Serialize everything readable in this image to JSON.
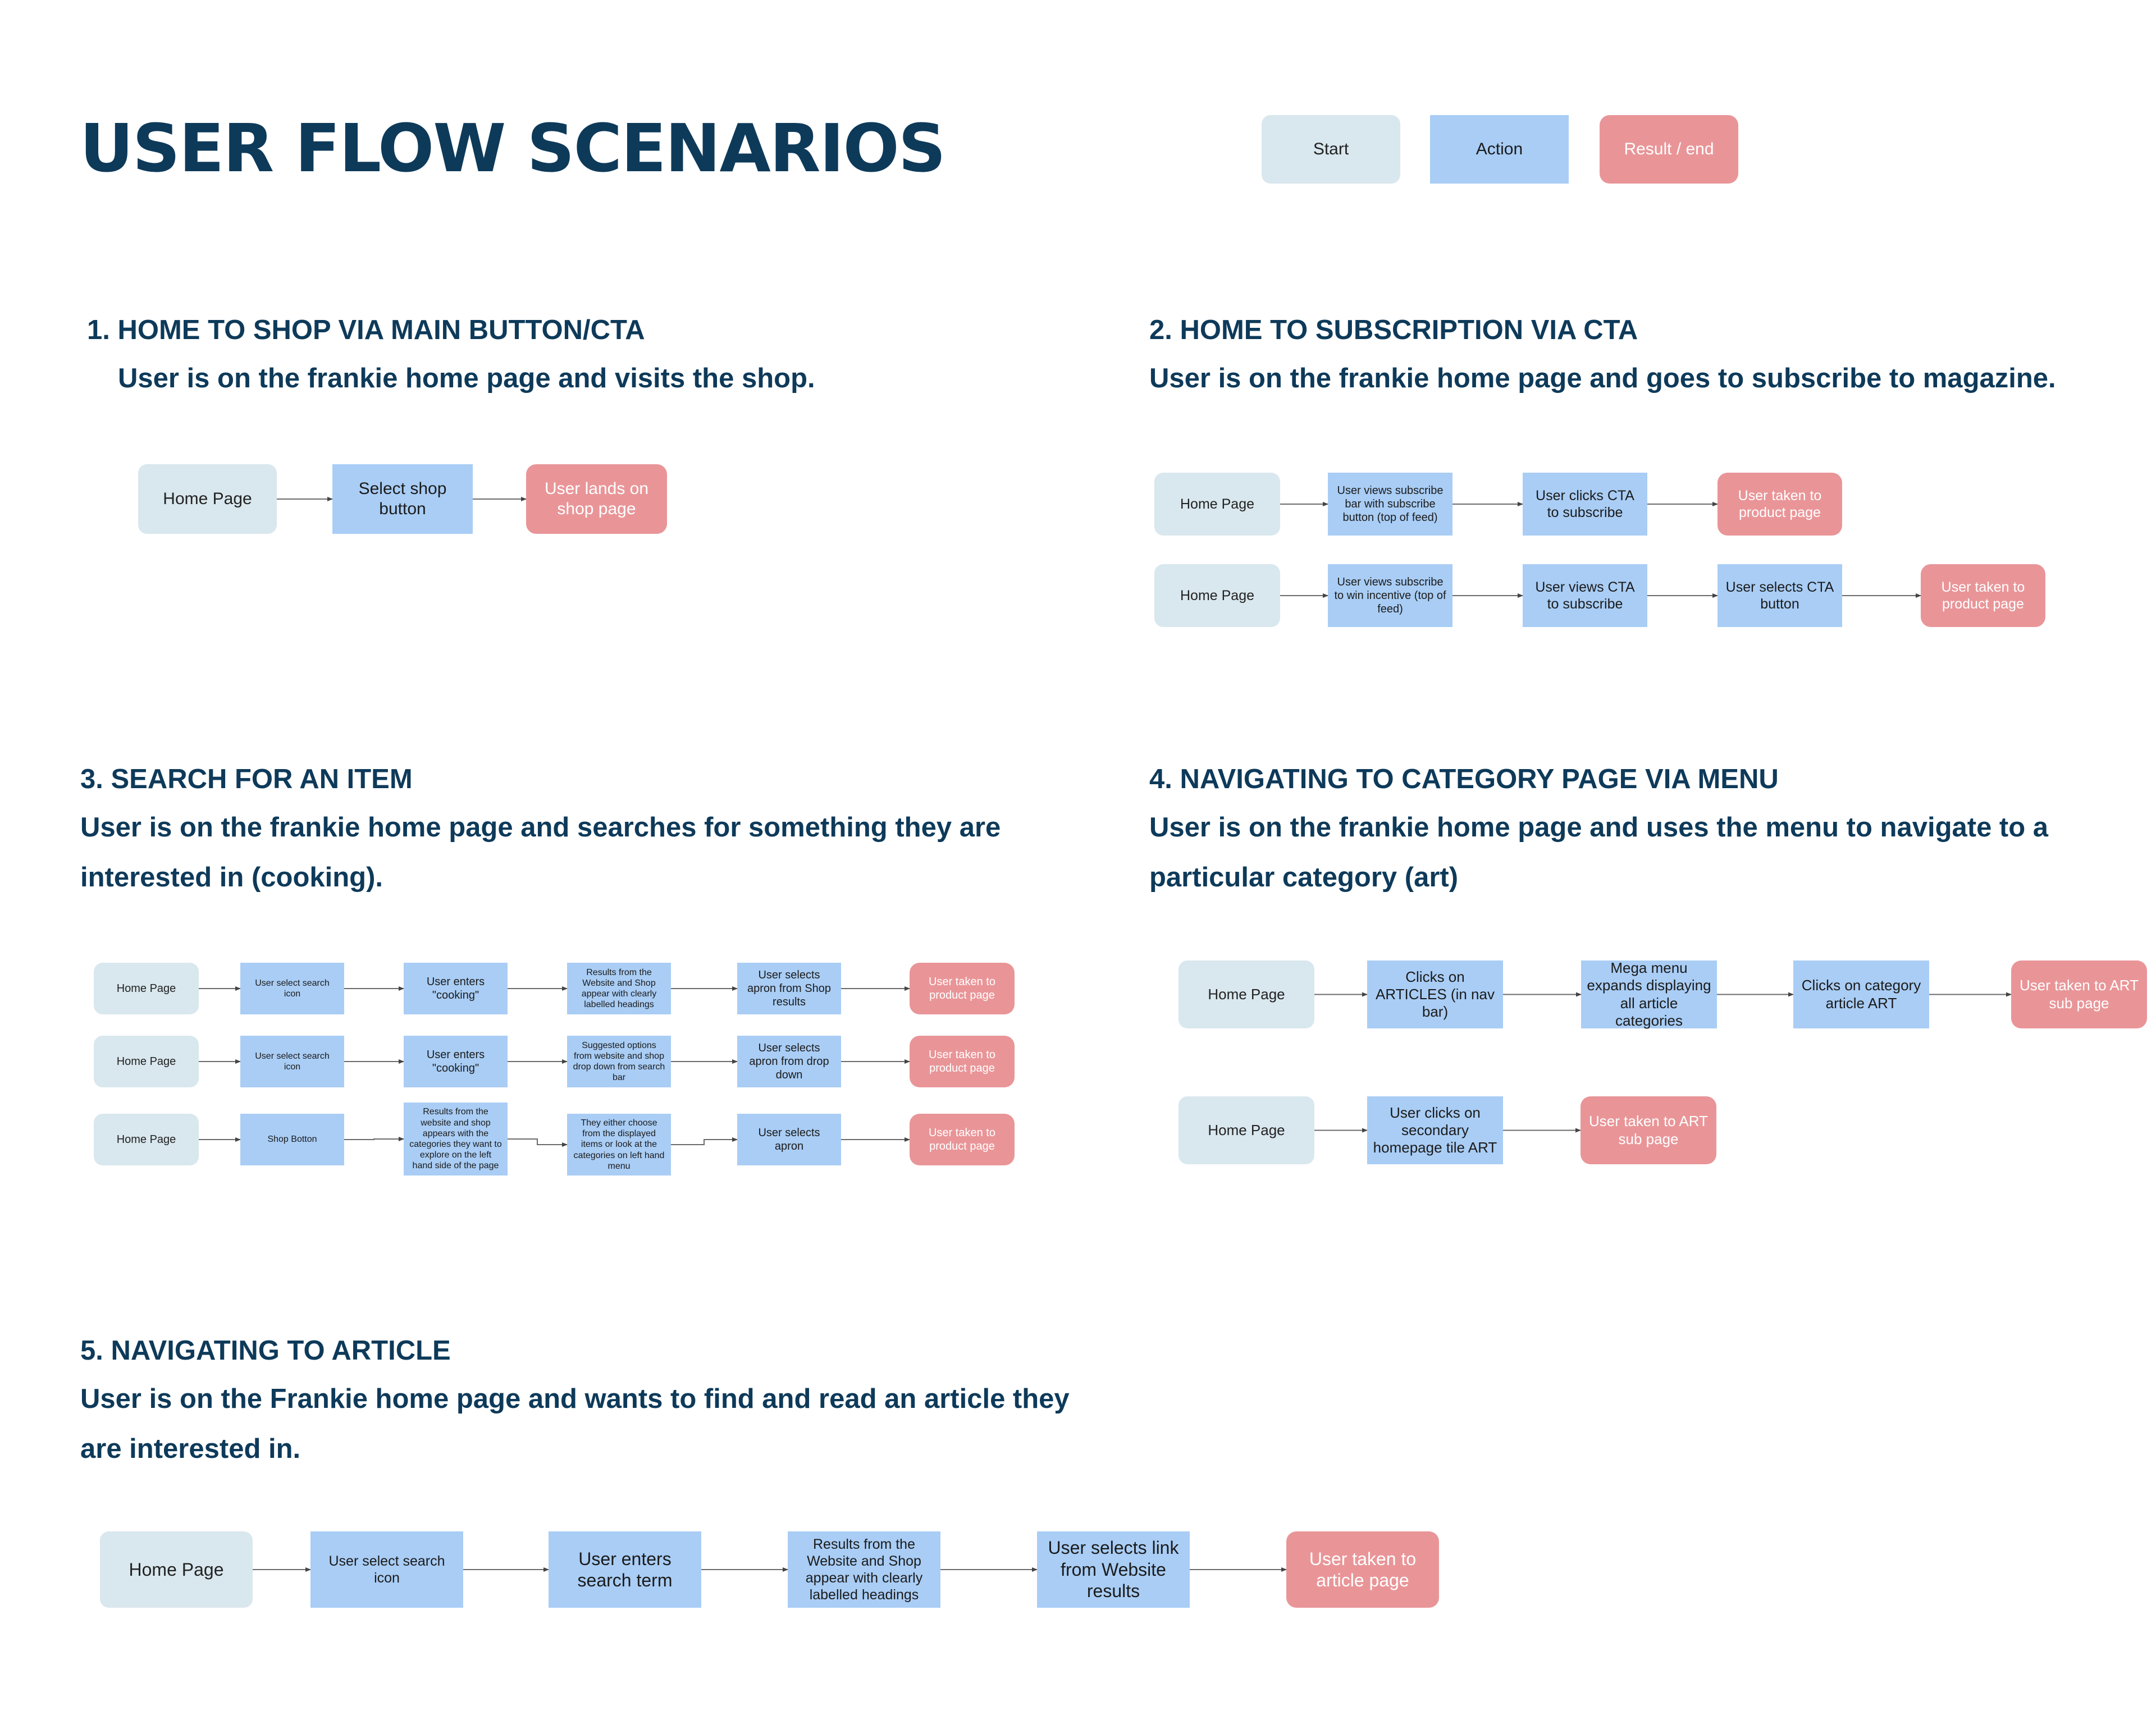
{
  "title": "USER FLOW SCENARIOS",
  "legend": {
    "start": "Start",
    "action": "Action",
    "result": "Result / end"
  },
  "colors": {
    "heading": "#0e3a5a",
    "start": "#d9e7ee",
    "action": "#a9cdf5",
    "result": "#e99598",
    "arrow": "#6b6b6b"
  },
  "sections": [
    {
      "heading": "1. HOME TO SHOP VIA MAIN BUTTON/CTA",
      "description": "User is on the frankie home page and visits the shop."
    },
    {
      "heading": "2. HOME TO SUBSCRIPTION VIA CTA",
      "description": "User is on the frankie home page and goes to subscribe to magazine."
    },
    {
      "heading": "3. SEARCH FOR AN ITEM",
      "description": "User is on the frankie home page and searches for something they are interested in (cooking)."
    },
    {
      "heading": "4. NAVIGATING TO CATEGORY PAGE VIA MENU",
      "description": "User is on the frankie home page and uses the menu to navigate to a particular category (art)"
    },
    {
      "heading": "5. NAVIGATING TO ARTICLE",
      "description": "User is on the Frankie home page and wants to find and read an article they are interested in."
    }
  ],
  "flows": {
    "s1": [
      {
        "type": "start",
        "label": "Home Page"
      },
      {
        "type": "action",
        "label": "Select shop button"
      },
      {
        "type": "result",
        "label": "User lands on shop page"
      }
    ],
    "s2a": [
      {
        "type": "start",
        "label": "Home Page"
      },
      {
        "type": "action",
        "label": "User views subscribe bar with subscribe button (top of feed)"
      },
      {
        "type": "action",
        "label": "User clicks CTA to subscribe"
      },
      {
        "type": "result",
        "label": "User taken to product page"
      }
    ],
    "s2b": [
      {
        "type": "start",
        "label": "Home Page"
      },
      {
        "type": "action",
        "label": "User views subscribe to win incentive (top of feed)"
      },
      {
        "type": "action",
        "label": "User views CTA to subscribe"
      },
      {
        "type": "action",
        "label": "User selects CTA button"
      },
      {
        "type": "result",
        "label": "User taken to product page"
      }
    ],
    "s3a": [
      {
        "type": "start",
        "label": "Home Page"
      },
      {
        "type": "action",
        "label": "User select search icon"
      },
      {
        "type": "action",
        "label": "User enters \"cooking\""
      },
      {
        "type": "action",
        "label": "Results from the Website and Shop appear with clearly labelled headings"
      },
      {
        "type": "action",
        "label": "User selects apron from Shop results"
      },
      {
        "type": "result",
        "label": "User taken to product page"
      }
    ],
    "s3b": [
      {
        "type": "start",
        "label": "Home Page"
      },
      {
        "type": "action",
        "label": "User select search icon"
      },
      {
        "type": "action",
        "label": "User enters \"cooking\""
      },
      {
        "type": "action",
        "label": "Suggested options from website and shop drop down from search bar"
      },
      {
        "type": "action",
        "label": "User selects apron from drop down"
      },
      {
        "type": "result",
        "label": "User taken to product page"
      }
    ],
    "s3c": [
      {
        "type": "start",
        "label": "Home Page"
      },
      {
        "type": "action",
        "label": "Shop Botton"
      },
      {
        "type": "action",
        "label": "Results from the website and shop appears with the categories they want to explore on the left hand side of the page"
      },
      {
        "type": "action",
        "label": "They either choose from the displayed items or look at the categories on left hand menu"
      },
      {
        "type": "action",
        "label": "User selects apron"
      },
      {
        "type": "result",
        "label": "User taken to product page"
      }
    ],
    "s4a": [
      {
        "type": "start",
        "label": "Home Page"
      },
      {
        "type": "action",
        "label": "Clicks on ARTICLES (in nav bar)"
      },
      {
        "type": "action",
        "label": "Mega menu expands displaying all article categories"
      },
      {
        "type": "action",
        "label": "Clicks on category article ART"
      },
      {
        "type": "result",
        "label": "User taken to ART sub page"
      }
    ],
    "s4b": [
      {
        "type": "start",
        "label": "Home Page"
      },
      {
        "type": "action",
        "label": "User clicks on secondary homepage tile ART"
      },
      {
        "type": "result",
        "label": "User taken to ART sub page"
      }
    ],
    "s5": [
      {
        "type": "start",
        "label": "Home Page"
      },
      {
        "type": "action",
        "label": "User select search icon"
      },
      {
        "type": "action",
        "label": "User enters search term"
      },
      {
        "type": "action",
        "label": "Results from the Website and Shop appear with clearly labelled headings"
      },
      {
        "type": "action",
        "label": "User selects link from Website results"
      },
      {
        "type": "result",
        "label": "User taken to article page"
      }
    ]
  }
}
